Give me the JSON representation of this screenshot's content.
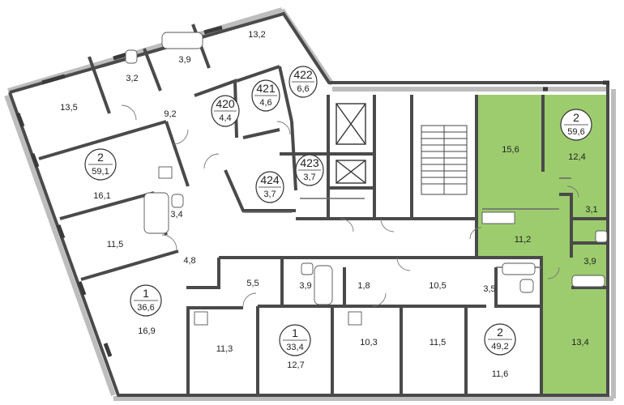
{
  "colors": {
    "highlight": "#9dcc6e",
    "wall": "#4a4a4a",
    "window": "#b8b8b8"
  },
  "rooms": [
    {
      "id": "r-13-2-top",
      "area": "13,2"
    },
    {
      "id": "r-3-9-top",
      "area": "3,9"
    },
    {
      "id": "r-3-2",
      "area": "3,2"
    },
    {
      "id": "r-13-5",
      "area": "13,5"
    },
    {
      "id": "r-9-2",
      "area": "9,2"
    },
    {
      "id": "r-16-1",
      "area": "16,1"
    },
    {
      "id": "r-3-4",
      "area": "3,4"
    },
    {
      "id": "r-11-5-left",
      "area": "11,5"
    },
    {
      "id": "r-4-8",
      "area": "4,8"
    },
    {
      "id": "r-16-9",
      "area": "16,9"
    },
    {
      "id": "r-5-5",
      "area": "5,5"
    },
    {
      "id": "r-3-9-mid",
      "area": "3,9"
    },
    {
      "id": "r-1-8",
      "area": "1,8"
    },
    {
      "id": "r-10-5",
      "area": "10,5"
    },
    {
      "id": "r-3-5",
      "area": "3,5"
    },
    {
      "id": "r-11-3",
      "area": "11,3"
    },
    {
      "id": "r-12-7",
      "area": "12,7"
    },
    {
      "id": "r-10-3",
      "area": "10,3"
    },
    {
      "id": "r-11-5-bottom",
      "area": "11,5"
    },
    {
      "id": "r-11-6",
      "area": "11,6"
    },
    {
      "id": "r-15-6",
      "area": "15,6"
    },
    {
      "id": "r-12-4",
      "area": "12,4"
    },
    {
      "id": "r-3-1",
      "area": "3,1"
    },
    {
      "id": "r-11-2",
      "area": "11,2"
    },
    {
      "id": "r-3-9-right",
      "area": "3,9"
    },
    {
      "id": "r-13-4",
      "area": "13,4"
    }
  ],
  "apartments": [
    {
      "id": "apt-2-left",
      "rooms": "2",
      "area": "59,1"
    },
    {
      "id": "apt-1-left",
      "rooms": "1",
      "area": "36,6"
    },
    {
      "id": "apt-1-bottom",
      "rooms": "1",
      "area": "33,4"
    },
    {
      "id": "apt-2-bottom",
      "rooms": "2",
      "area": "49,2"
    },
    {
      "id": "apt-2-right",
      "rooms": "2",
      "area": "59,6"
    }
  ],
  "storage_units": [
    {
      "id": "unit-420",
      "number": "420",
      "area": "4,4"
    },
    {
      "id": "unit-421",
      "number": "421",
      "area": "4,6"
    },
    {
      "id": "unit-422",
      "number": "422",
      "area": "6,6"
    },
    {
      "id": "unit-423",
      "number": "423",
      "area": "3,7"
    },
    {
      "id": "unit-424",
      "number": "424",
      "area": "3,7"
    }
  ]
}
